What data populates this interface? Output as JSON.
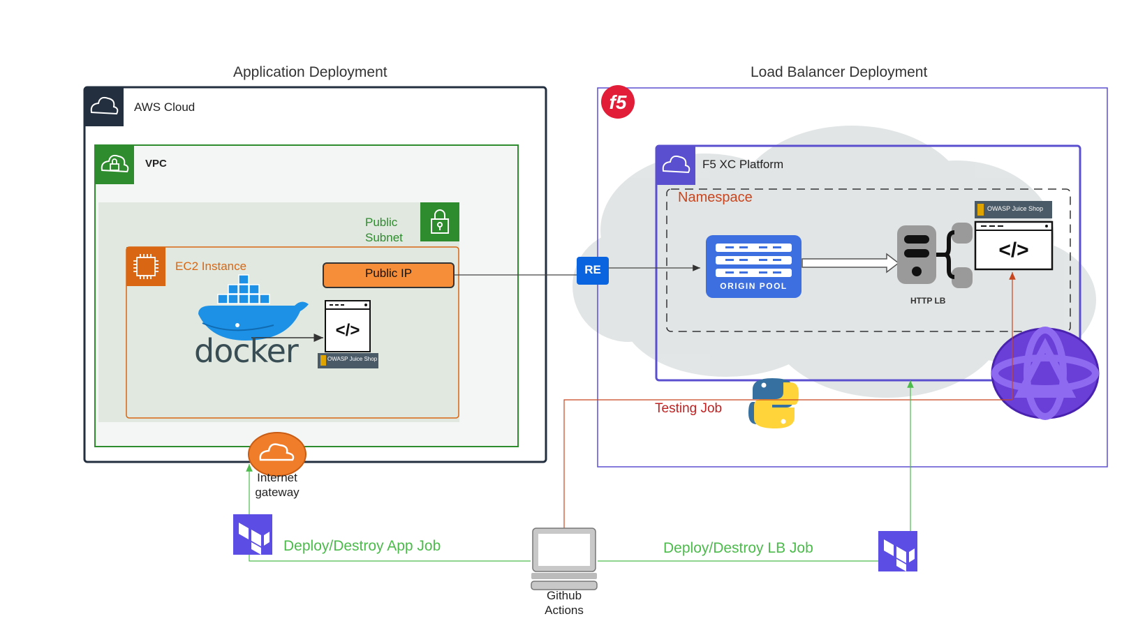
{
  "sections": {
    "app_title": "Application Deployment",
    "lb_title": "Load Balancer Deployment"
  },
  "aws": {
    "cloud_label": "AWS Cloud",
    "vpc_label": "VPC",
    "public_subnet_label": [
      "Public",
      "Subnet"
    ],
    "ec2_label": "EC2 Instance",
    "public_ip_label": "Public IP",
    "docker_label": "docker",
    "juice_shop_badge": "OWASP Juice Shop",
    "internet_gateway_label": [
      "Internet",
      "gateway"
    ]
  },
  "f5": {
    "logo_text": "f5",
    "platform_label": "F5 XC Platform",
    "namespace_label": "Namespace",
    "re_label": "RE",
    "origin_pool_label": "ORIGIN POOL",
    "http_lb_label": "HTTP LB",
    "juice_shop_badge": "OWASP Juice Shop",
    "testing_job_label": "Testing Job"
  },
  "ci": {
    "deploy_app_label": "Deploy/Destroy App Job",
    "deploy_lb_label": "Deploy/Destroy LB Job",
    "github_label": [
      "Github",
      "Actions"
    ]
  },
  "colors": {
    "aws_dark": "#232f3e",
    "vpc_green": "#2e8b2e",
    "ec2_orange": "#d86613",
    "public_ip_fill": "#f68d39",
    "f5_purple": "#5a4fcf",
    "namespace_red": "#c7461f",
    "ci_green": "#4cbb4c",
    "testing_red": "#c02020",
    "terraform": "#5c4ee5"
  }
}
